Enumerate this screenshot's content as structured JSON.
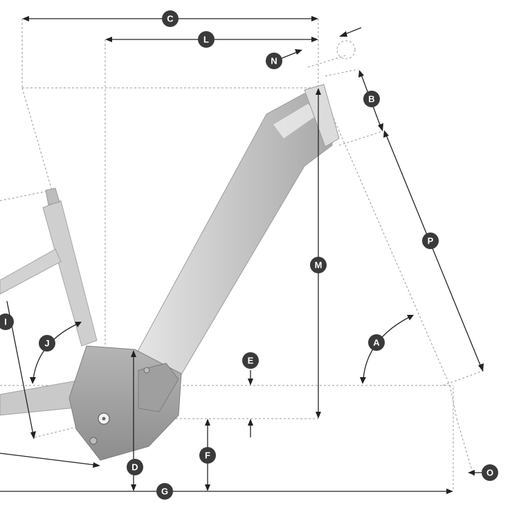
{
  "labels": {
    "A": "A",
    "B": "B",
    "C": "C",
    "D": "D",
    "E": "E",
    "F": "F",
    "G": "G",
    "I": "I",
    "J": "J",
    "L": "L",
    "M": "M",
    "N": "N",
    "O": "O",
    "P": "P"
  },
  "colors": {
    "frame_light": "#d6d6d6",
    "frame_mid": "#bdbdbd",
    "frame_dark": "#8f8f8f",
    "badge": "#3a3a3a",
    "guide": "#9a9a9a"
  }
}
